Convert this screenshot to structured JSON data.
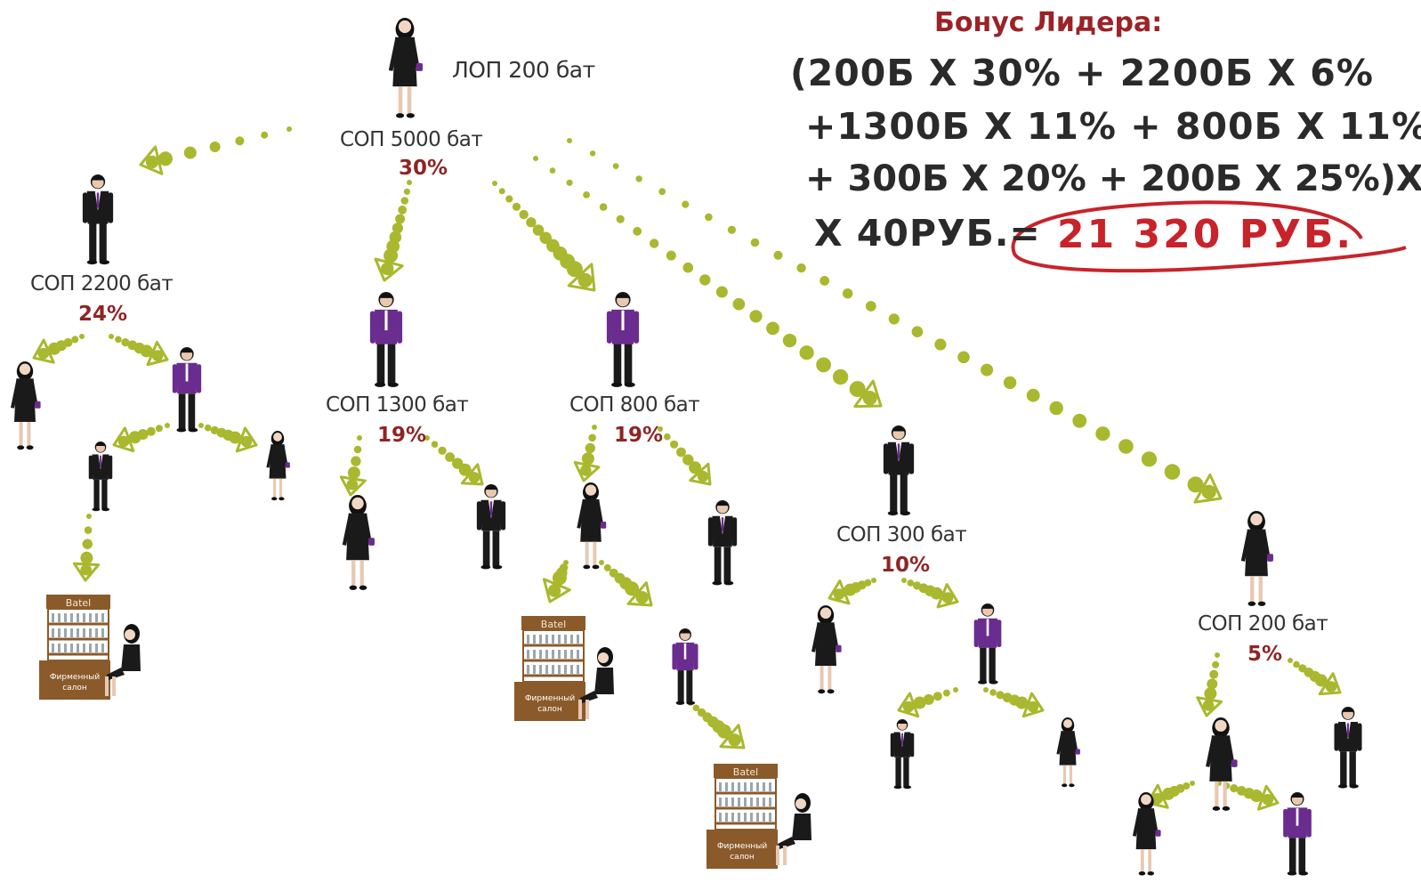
{
  "colors": {
    "dot": "#a9b82e",
    "dot_dark": "#8c9a23",
    "percent": "#8e2525",
    "suit": "#1a1a1a",
    "shirt_purple": "#6a2c8e",
    "formula_title": "#9b2226",
    "result_red": "#c8232a",
    "shop_brown": "#8b5a2b"
  },
  "top": {
    "lop_label": "ЛОП 200 бат",
    "sop_label": "СОП 5000 бат",
    "percent": "30%"
  },
  "branches": [
    {
      "id": "b1",
      "sop_label": "СОП 2200 бат",
      "percent": "24%"
    },
    {
      "id": "b2",
      "sop_label": "СОП 1300 бат",
      "percent": "19%"
    },
    {
      "id": "b3",
      "sop_label": "СОП 800 бат",
      "percent": "19%"
    },
    {
      "id": "b4",
      "sop_label": "СОП 300 бат",
      "percent": "10%"
    },
    {
      "id": "b5",
      "sop_label": "СОП 200 бат",
      "percent": "5%"
    }
  ],
  "shop": {
    "brand": "Batel",
    "caption_line1": "Фирменный",
    "caption_line2": "салон"
  },
  "formula": {
    "title": "Бонус Лидера:",
    "line1": "(200Б Х 30% + 2200Б Х 6%",
    "line2": "+1300Б Х 11% + 800Б Х 11%+",
    "line3": "+ 300Б Х 20% + 200Б Х 25%)Х",
    "line4_prefix": "Х 40РУБ.=",
    "result": "21 320 РУБ."
  },
  "icons": {
    "person": "person-icon",
    "shop": "shop-icon",
    "arrow": "dotted-arrow-icon"
  }
}
